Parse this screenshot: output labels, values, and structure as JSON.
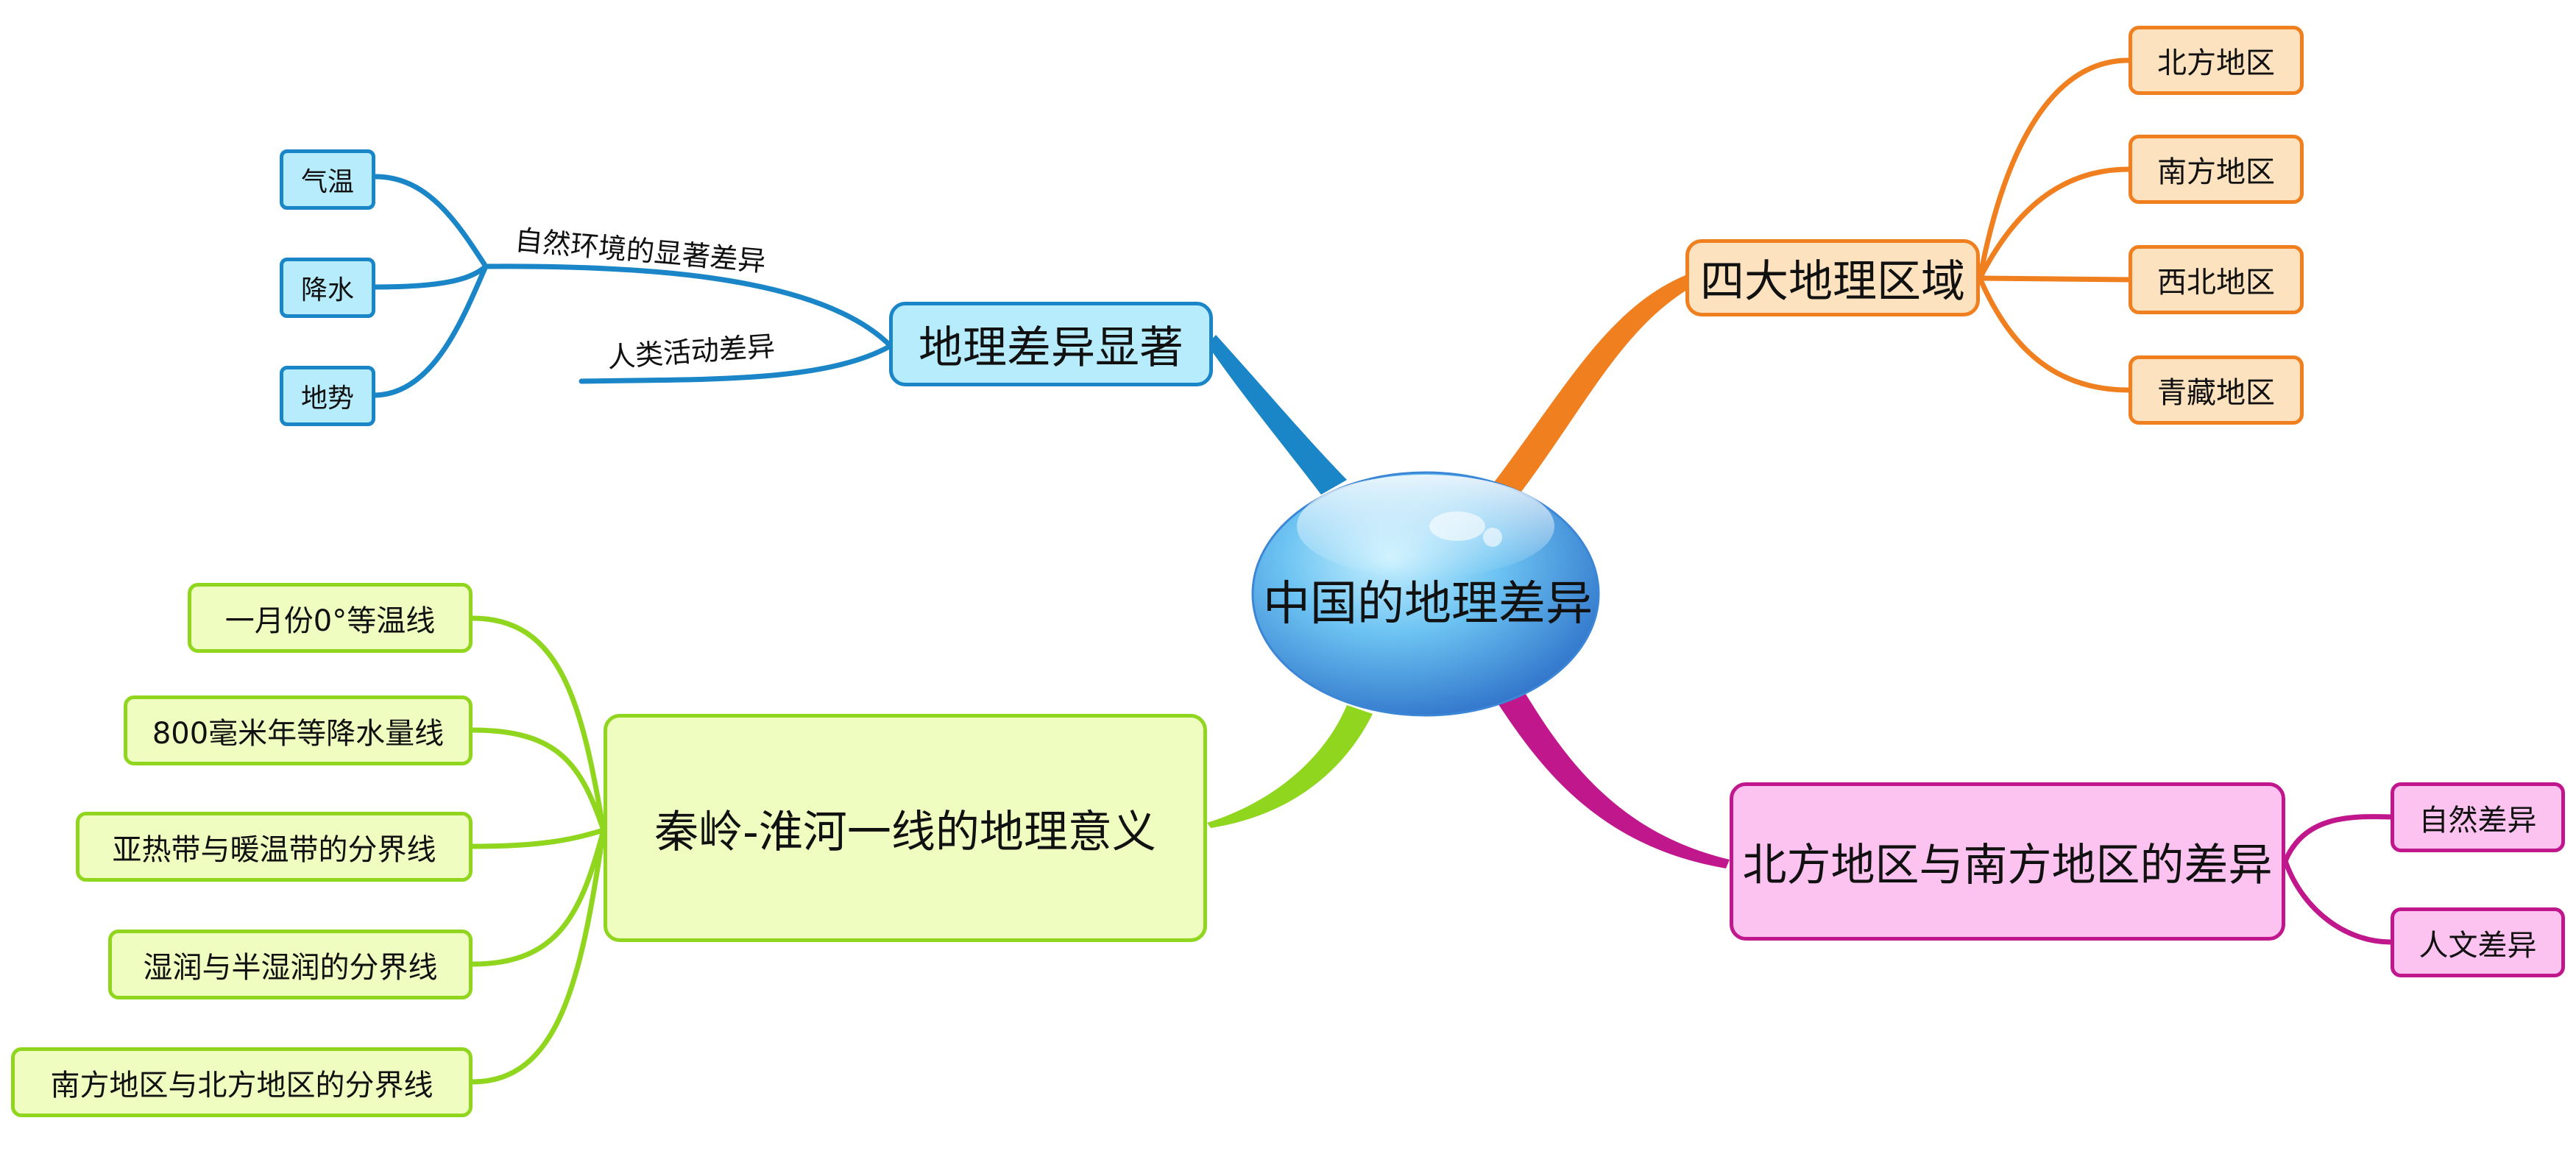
{
  "central_topic": {
    "label": "中国的地理差异"
  },
  "branches": {
    "geo_diff": {
      "label": "地理差异显著",
      "color": "#1a86c8",
      "edge_labels": [
        "自然环境的显著差异",
        "人类活动差异"
      ],
      "children": [
        "气温",
        "降水",
        "地势"
      ]
    },
    "regions": {
      "label": "四大地理区域",
      "color": "#f07f1f",
      "children": [
        "北方地区",
        "南方地区",
        "西北地区",
        "青藏地区"
      ]
    },
    "qinling": {
      "label": "秦岭-淮河一线的地理意义",
      "color": "#90d61f",
      "children": [
        "一月份0°等温线",
        "800毫米年等降水量线",
        "亚热带与暖温带的分界线",
        "湿润与半湿润的分界线",
        "南方地区与北方地区的分界线"
      ]
    },
    "north_south": {
      "label": "北方地区与南方地区的差异",
      "color": "#c0178c",
      "children": [
        "自然差异",
        "人文差异"
      ]
    }
  }
}
